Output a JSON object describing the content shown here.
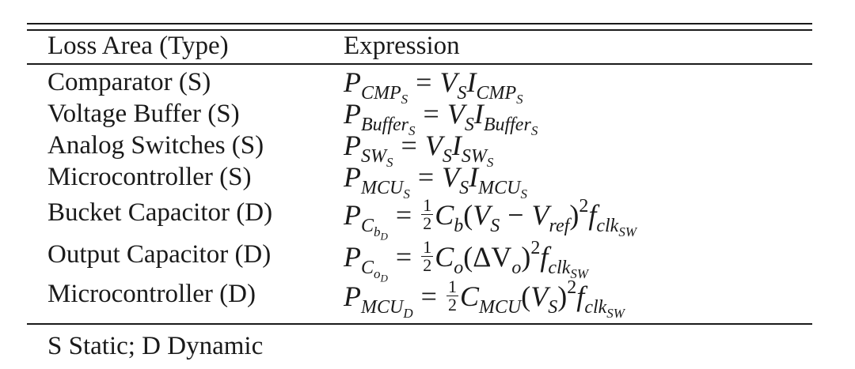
{
  "table": {
    "headers": [
      "Loss Area (Type)",
      "Expression"
    ],
    "rows": [
      {
        "loss_area": "Comparator (S)"
      },
      {
        "loss_area": "Voltage Buffer (S)"
      },
      {
        "loss_area": "Analog Switches (S)"
      },
      {
        "loss_area": "Microcontroller (S)"
      },
      {
        "loss_area": "Bucket Capacitor (D)"
      },
      {
        "loss_area": "Output Capacitor (D)"
      },
      {
        "loss_area": "Microcontroller (D)"
      }
    ],
    "footnote": "S Static; D Dynamic"
  }
}
